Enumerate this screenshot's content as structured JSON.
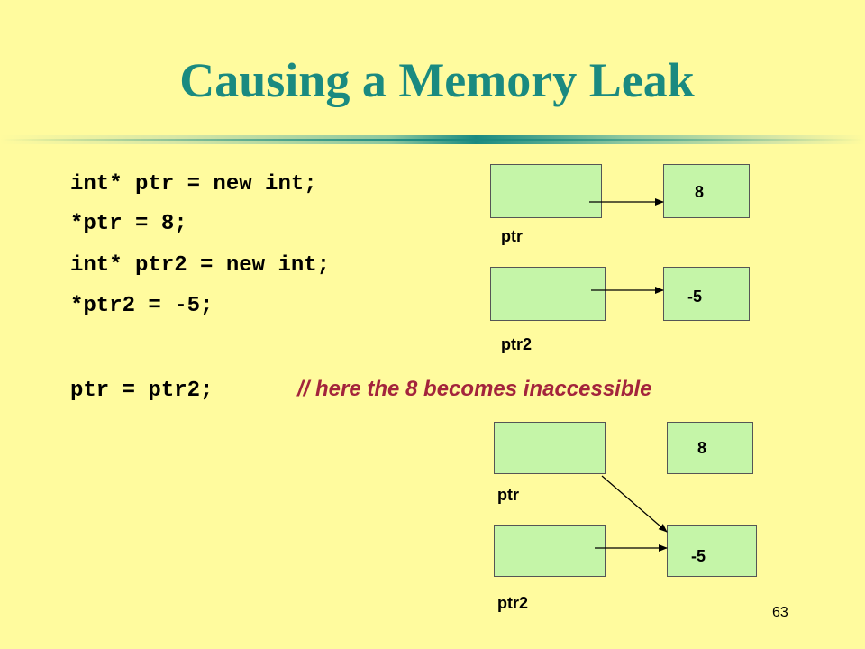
{
  "slide": {
    "title": "Causing a Memory Leak",
    "code_lines": [
      "int* ptr = new int;",
      "*ptr = 8;",
      "int* ptr2 = new int;",
      "*ptr2 = -5;"
    ],
    "assignment": "ptr = ptr2;",
    "comment": "// here the 8 becomes inaccessible",
    "page_number": "63"
  },
  "diagram_before": {
    "ptr_label": "ptr",
    "ptr2_label": "ptr2",
    "value_a": "8",
    "value_b": "-5"
  },
  "diagram_after": {
    "ptr_label": "ptr",
    "ptr2_label": "ptr2",
    "value_a": "8",
    "value_b": "-5"
  },
  "colors": {
    "background": "#fffb9e",
    "title": "#1a8a80",
    "comment": "#a3243c",
    "box_fill": "#c5f5a8"
  }
}
